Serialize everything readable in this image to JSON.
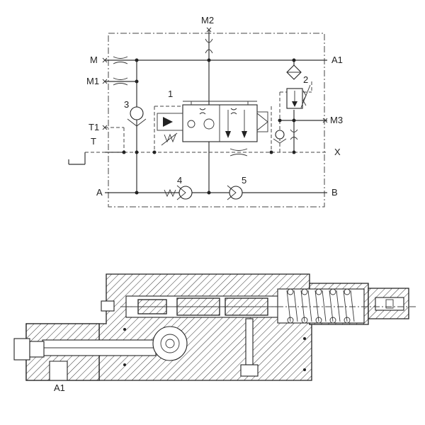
{
  "schematic": {
    "ports": {
      "m": "M",
      "m1": "M1",
      "m2": "M2",
      "m3": "M3",
      "a1": "A1",
      "t1": "T1",
      "t": "T",
      "a": "A",
      "b": "B",
      "x": "X"
    },
    "components": {
      "c1": "1",
      "c2": "2",
      "c3": "3",
      "c4": "4",
      "c5": "5"
    }
  },
  "section": {
    "port_label": "A1"
  }
}
